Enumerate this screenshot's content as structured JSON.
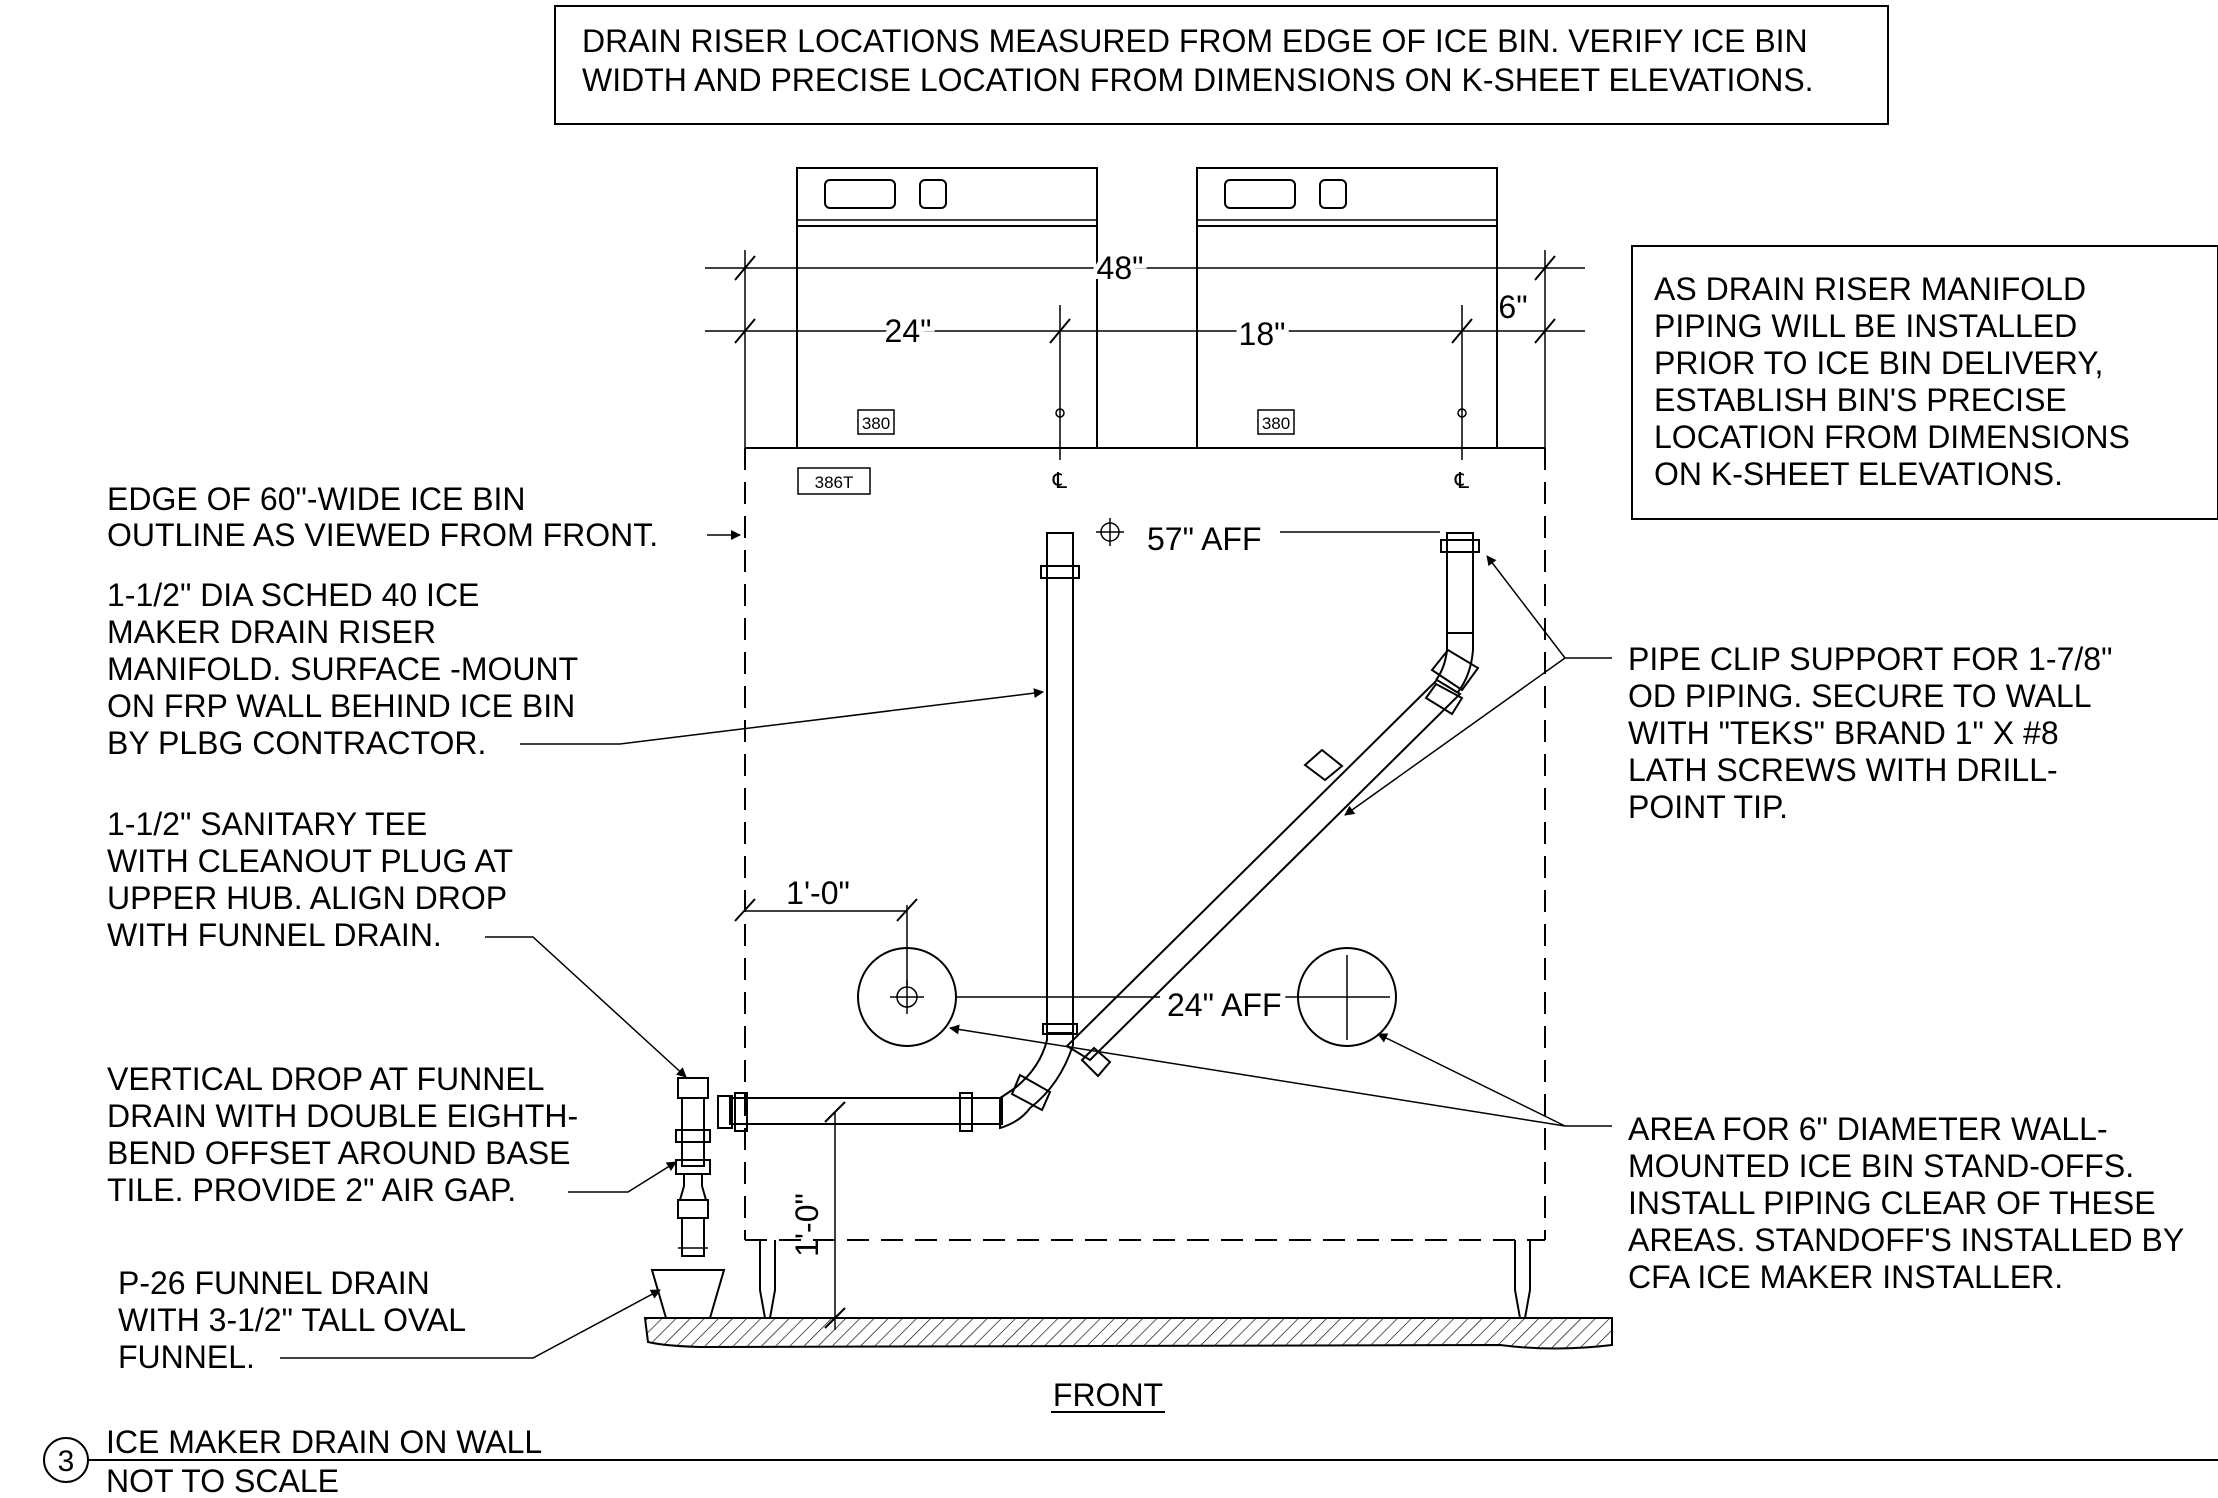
{
  "top_note": [
    "DRAIN RISER LOCATIONS MEASURED FROM EDGE OF ICE BIN.  VERIFY ICE BIN",
    "WIDTH AND PRECISE LOCATION FROM DIMENSIONS ON K-SHEET ELEVATIONS."
  ],
  "right_note": [
    "AS DRAIN RISER MANIFOLD",
    "PIPING WILL BE INSTALLED",
    "PRIOR TO ICE BIN DELIVERY,",
    "ESTABLISH BIN'S PRECISE",
    "LOCATION FROM DIMENSIONS",
    "ON K-SHEET ELEVATIONS."
  ],
  "callouts": {
    "bin_edge": [
      "EDGE OF 60\"-WIDE ICE BIN",
      "OUTLINE AS VIEWED FROM FRONT."
    ],
    "riser": [
      "1-1/2\" DIA SCHED 40 ICE",
      "MAKER DRAIN RISER",
      "MANIFOLD.  SURFACE -MOUNT",
      "ON FRP WALL BEHIND ICE BIN",
      "BY PLBG CONTRACTOR."
    ],
    "tee": [
      "1-1/2\" SANITARY TEE",
      "WITH CLEANOUT PLUG AT",
      "UPPER HUB.  ALIGN DROP",
      "WITH  FUNNEL DRAIN."
    ],
    "drop": [
      "VERTICAL DROP AT FUNNEL",
      "DRAIN WITH  DOUBLE EIGHTH-",
      "BEND OFFSET AROUND BASE",
      "TILE.  PROVIDE 2\" AIR GAP."
    ],
    "funnel": [
      "P-26 FUNNEL DRAIN",
      "WITH 3-1/2\" TALL OVAL",
      "FUNNEL."
    ],
    "clip": [
      "PIPE CLIP SUPPORT FOR 1-7/8\"",
      "OD PIPING. SECURE TO WALL",
      "WITH  \"TEKS\"  BRAND  1\" X #8",
      "LATH SCREWS WITH DRILL-",
      "POINT TIP."
    ],
    "standoff": [
      "AREA FOR 6\" DIAMETER  WALL-",
      "MOUNTED ICE BIN STAND-OFFS.",
      "INSTALL PIPING CLEAR OF THESE",
      "AREAS.  STANDOFF'S INSTALLED BY",
      "CFA ICE MAKER INSTALLER."
    ]
  },
  "dimensions": {
    "overall": "48\"",
    "left": "24\"",
    "middle": "18\"",
    "right": "6\"",
    "riser_height": "57\" AFF",
    "standoff_height": "24\" AFF",
    "standoff_offset": "1'-0\"",
    "drain_height": "1'-0\""
  },
  "tags": {
    "maker_left": "380",
    "maker_right": "380",
    "bin": "386T",
    "centerline": "℄"
  },
  "front_label": "FRONT",
  "title": {
    "number": "3",
    "line1": "ICE MAKER DRAIN ON WALL",
    "line2": "NOT TO SCALE"
  }
}
